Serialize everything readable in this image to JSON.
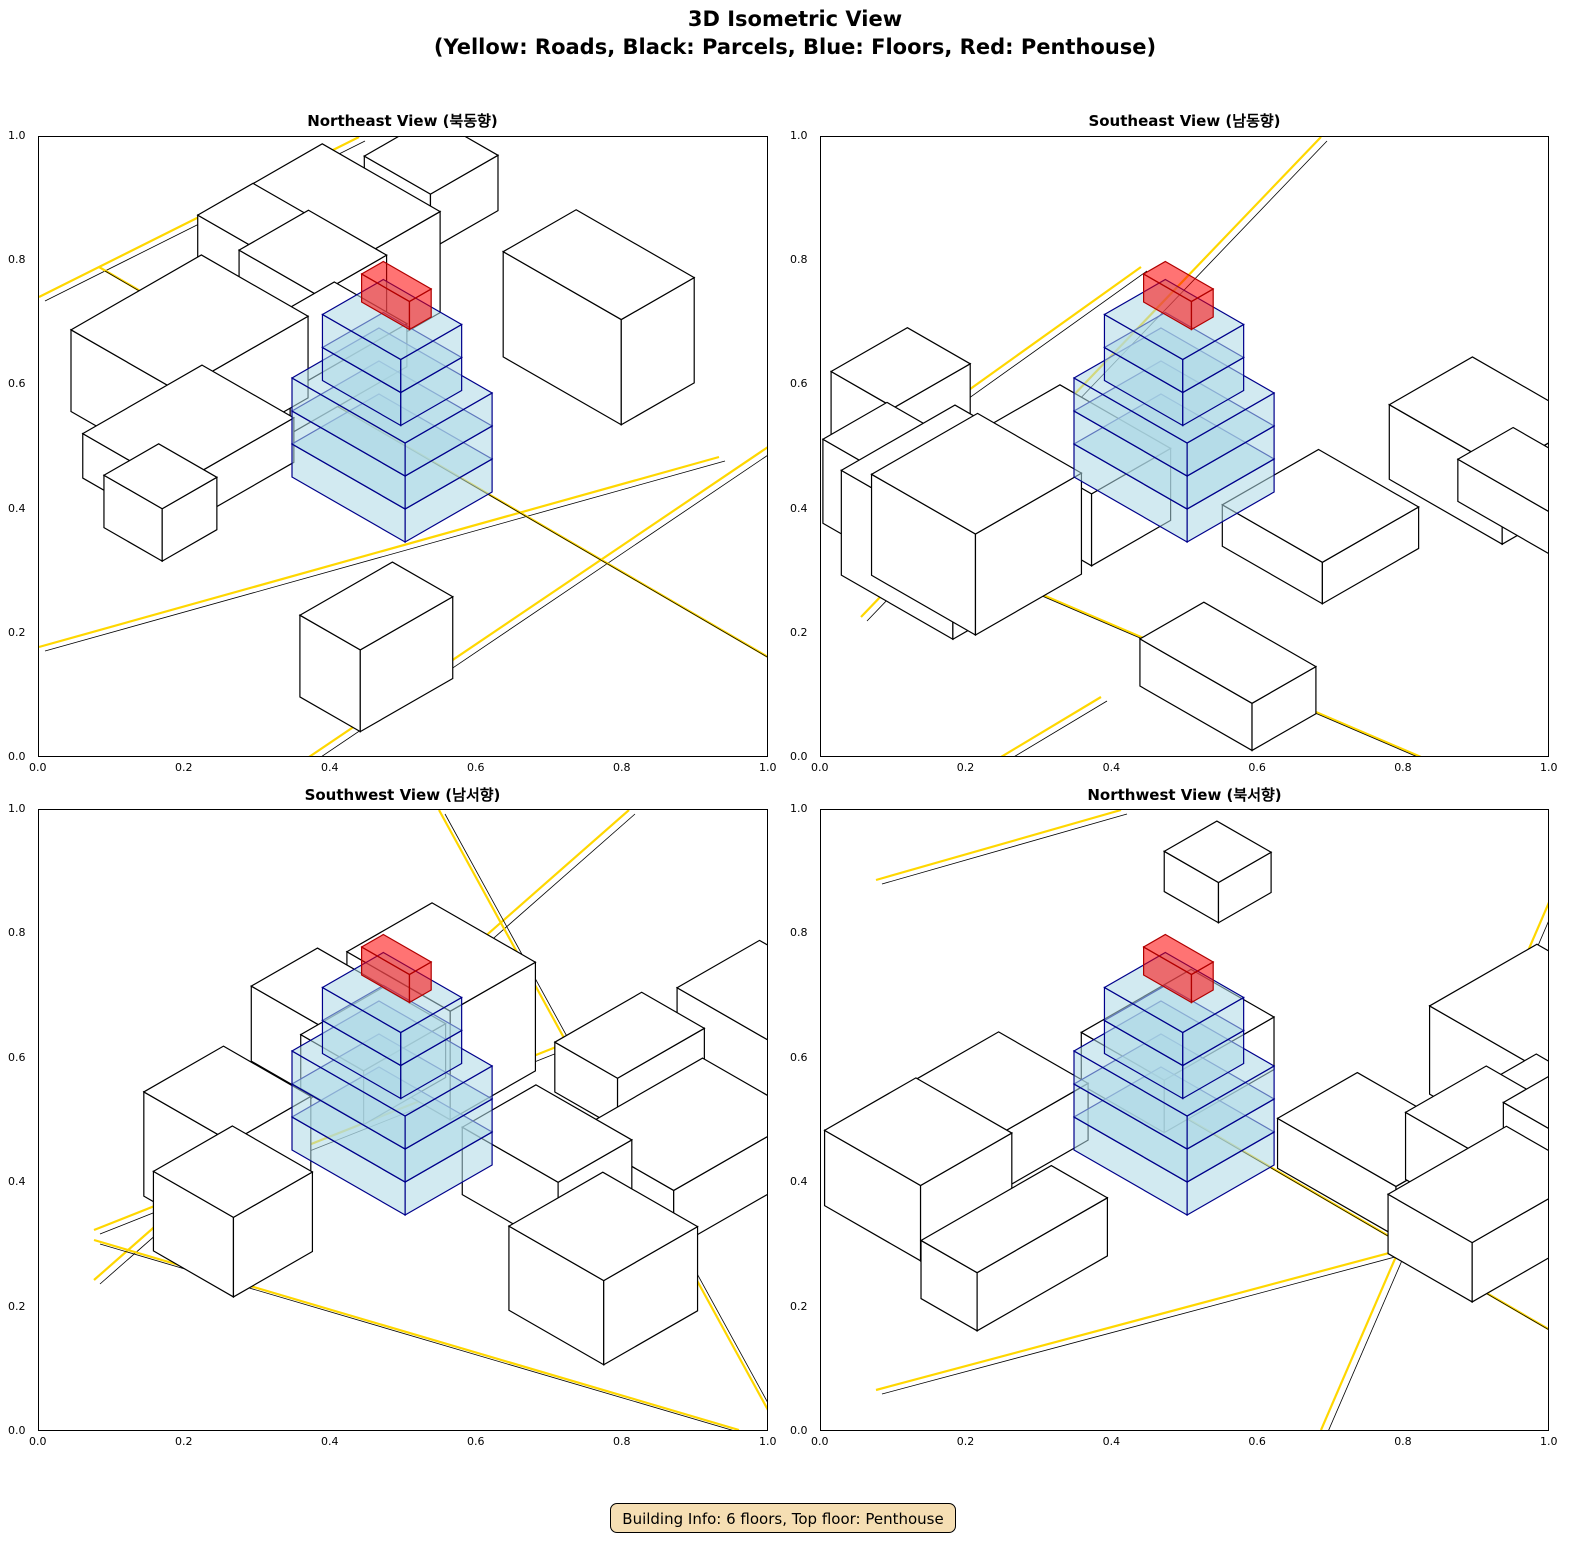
{
  "figure": {
    "title_line1": "3D Isometric View",
    "title_line2": "(Yellow: Roads, Black: Parcels, Blue: Floors, Red: Penthouse)"
  },
  "panels": [
    {
      "title": "Northeast View (북동향)"
    },
    {
      "title": "Southeast View (남동향)"
    },
    {
      "title": "Southwest View (남서향)"
    },
    {
      "title": "Northwest View (북서향)"
    }
  ],
  "ticks": [
    "0.0",
    "0.2",
    "0.4",
    "0.6",
    "0.8",
    "1.0"
  ],
  "info": "Building Info: 6 floors, Top floor: Penthouse",
  "building": {
    "floors": 6,
    "top_floor": "Penthouse"
  },
  "colors": {
    "road": "#ffd700",
    "parcel": "#000000",
    "floor_fill": "#add8e6",
    "floor_edge": "#00008b",
    "penthouse": "#ff0000",
    "info_bg": "#f5deb3"
  }
}
